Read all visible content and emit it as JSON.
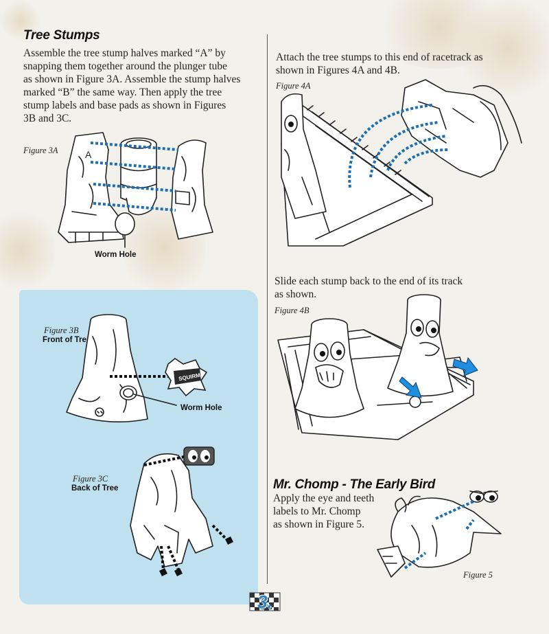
{
  "tree_stumps": {
    "heading": "Tree Stumps",
    "lines": [
      "Assemble the tree stump halves marked “A” by",
      "snapping them together around the plunger tube",
      "as shown in Figure 3A. Assemble the stump halves",
      "marked “B” the same way. Then apply the tree",
      "stump labels and base pads as shown in Figures",
      "3B and 3C."
    ],
    "figure_3a": {
      "label": "Figure 3A",
      "part_letter": "A",
      "callout": "Worm Hole"
    },
    "figure_3b": {
      "label": "Figure 3B",
      "caption": "Front of Tree",
      "callout": "Worm Hole",
      "label_sticker_text": "SQUIRM"
    },
    "figure_3c": {
      "label": "Figure 3C",
      "caption": "Back of Tree"
    }
  },
  "attach_section": {
    "lines": [
      "Attach the tree stumps to this end of racetrack as",
      "shown in Figures 4A and 4B."
    ],
    "figure_4a": {
      "label": "Figure 4A"
    }
  },
  "slide_section": {
    "lines": [
      "Slide each stump back to the end of its track",
      "as shown."
    ],
    "figure_4b": {
      "label": "Figure 4B"
    }
  },
  "mr_chomp": {
    "heading": "Mr. Chomp - The Early Bird",
    "lines": [
      "Apply the eye and teeth",
      "labels to Mr. Chomp",
      "as shown in Figure 5."
    ],
    "figure_5": {
      "label": "Figure 5"
    }
  },
  "page_number": "3.",
  "colors": {
    "panel_blue": "#bfe0ee",
    "guide_blue": "#1d6fb0",
    "arrow_blue": "#1e8fe0"
  }
}
